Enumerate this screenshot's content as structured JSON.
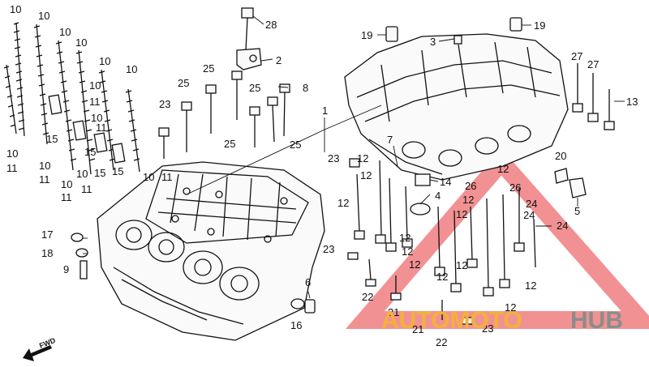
{
  "diagram": {
    "callouts": [
      {
        "id": "c1",
        "text": "10"
      },
      {
        "id": "c2",
        "text": "10"
      },
      {
        "id": "c3",
        "text": "10"
      },
      {
        "id": "c4",
        "text": "10"
      },
      {
        "id": "c5",
        "text": "10"
      },
      {
        "id": "c6",
        "text": "10"
      },
      {
        "id": "c7",
        "text": "10"
      },
      {
        "id": "c8",
        "text": "11"
      },
      {
        "id": "c9",
        "text": "10"
      },
      {
        "id": "c10",
        "text": "11"
      },
      {
        "id": "c11",
        "text": "15"
      },
      {
        "id": "c12",
        "text": "10"
      },
      {
        "id": "c13",
        "text": "11"
      },
      {
        "id": "c14",
        "text": "15"
      },
      {
        "id": "c15",
        "text": "15"
      },
      {
        "id": "c16",
        "text": "10"
      },
      {
        "id": "c17",
        "text": "11"
      },
      {
        "id": "c18",
        "text": "10"
      },
      {
        "id": "c19",
        "text": "11"
      },
      {
        "id": "c20",
        "text": "15"
      },
      {
        "id": "c21",
        "text": "10"
      },
      {
        "id": "c22",
        "text": "11"
      },
      {
        "id": "c23",
        "text": "10"
      },
      {
        "id": "c24",
        "text": "11"
      },
      {
        "id": "c25",
        "text": "28"
      },
      {
        "id": "c26",
        "text": "2"
      },
      {
        "id": "c27",
        "text": "25"
      },
      {
        "id": "c28",
        "text": "25"
      },
      {
        "id": "c29",
        "text": "25"
      },
      {
        "id": "c30",
        "text": "8"
      },
      {
        "id": "c31",
        "text": "23"
      },
      {
        "id": "c32",
        "text": "1"
      },
      {
        "id": "c33",
        "text": "25"
      },
      {
        "id": "c34",
        "text": "25"
      },
      {
        "id": "c35",
        "text": "19"
      },
      {
        "id": "c36",
        "text": "3"
      },
      {
        "id": "c37",
        "text": "19"
      },
      {
        "id": "c38",
        "text": "27"
      },
      {
        "id": "c39",
        "text": "27"
      },
      {
        "id": "c40",
        "text": "13"
      },
      {
        "id": "c41",
        "text": "7"
      },
      {
        "id": "c42",
        "text": "23"
      },
      {
        "id": "c43",
        "text": "12"
      },
      {
        "id": "c44",
        "text": "12"
      },
      {
        "id": "c45",
        "text": "14"
      },
      {
        "id": "c46",
        "text": "4"
      },
      {
        "id": "c47",
        "text": "20"
      },
      {
        "id": "c48",
        "text": "12"
      },
      {
        "id": "c49",
        "text": "26"
      },
      {
        "id": "c50",
        "text": "12"
      },
      {
        "id": "c51",
        "text": "24"
      },
      {
        "id": "c52",
        "text": "5"
      },
      {
        "id": "c53",
        "text": "12"
      },
      {
        "id": "c54",
        "text": "26"
      },
      {
        "id": "c55",
        "text": "24"
      },
      {
        "id": "c56",
        "text": "17"
      },
      {
        "id": "c57",
        "text": "23"
      },
      {
        "id": "c58",
        "text": "12"
      },
      {
        "id": "c59",
        "text": "12"
      },
      {
        "id": "c60",
        "text": "24"
      },
      {
        "id": "c61",
        "text": "18"
      },
      {
        "id": "c62",
        "text": "12"
      },
      {
        "id": "c63",
        "text": "9"
      },
      {
        "id": "c64",
        "text": "12"
      },
      {
        "id": "c65",
        "text": "12"
      },
      {
        "id": "c66",
        "text": "12"
      },
      {
        "id": "c67",
        "text": "22"
      },
      {
        "id": "c68",
        "text": "6"
      },
      {
        "id": "c69",
        "text": "12"
      },
      {
        "id": "c70",
        "text": "21"
      },
      {
        "id": "c71",
        "text": "12"
      },
      {
        "id": "c72",
        "text": "16"
      },
      {
        "id": "c73",
        "text": "21"
      },
      {
        "id": "c74",
        "text": "23"
      },
      {
        "id": "c75",
        "text": "22"
      }
    ],
    "fwd_label": "FWD"
  },
  "watermark": {
    "word1": "AUTOMOTO",
    "word2": "HUB",
    "color_word1": "#f3b13a",
    "color_word2": "#8c8c8c",
    "triangle_color": "#e8373a"
  }
}
